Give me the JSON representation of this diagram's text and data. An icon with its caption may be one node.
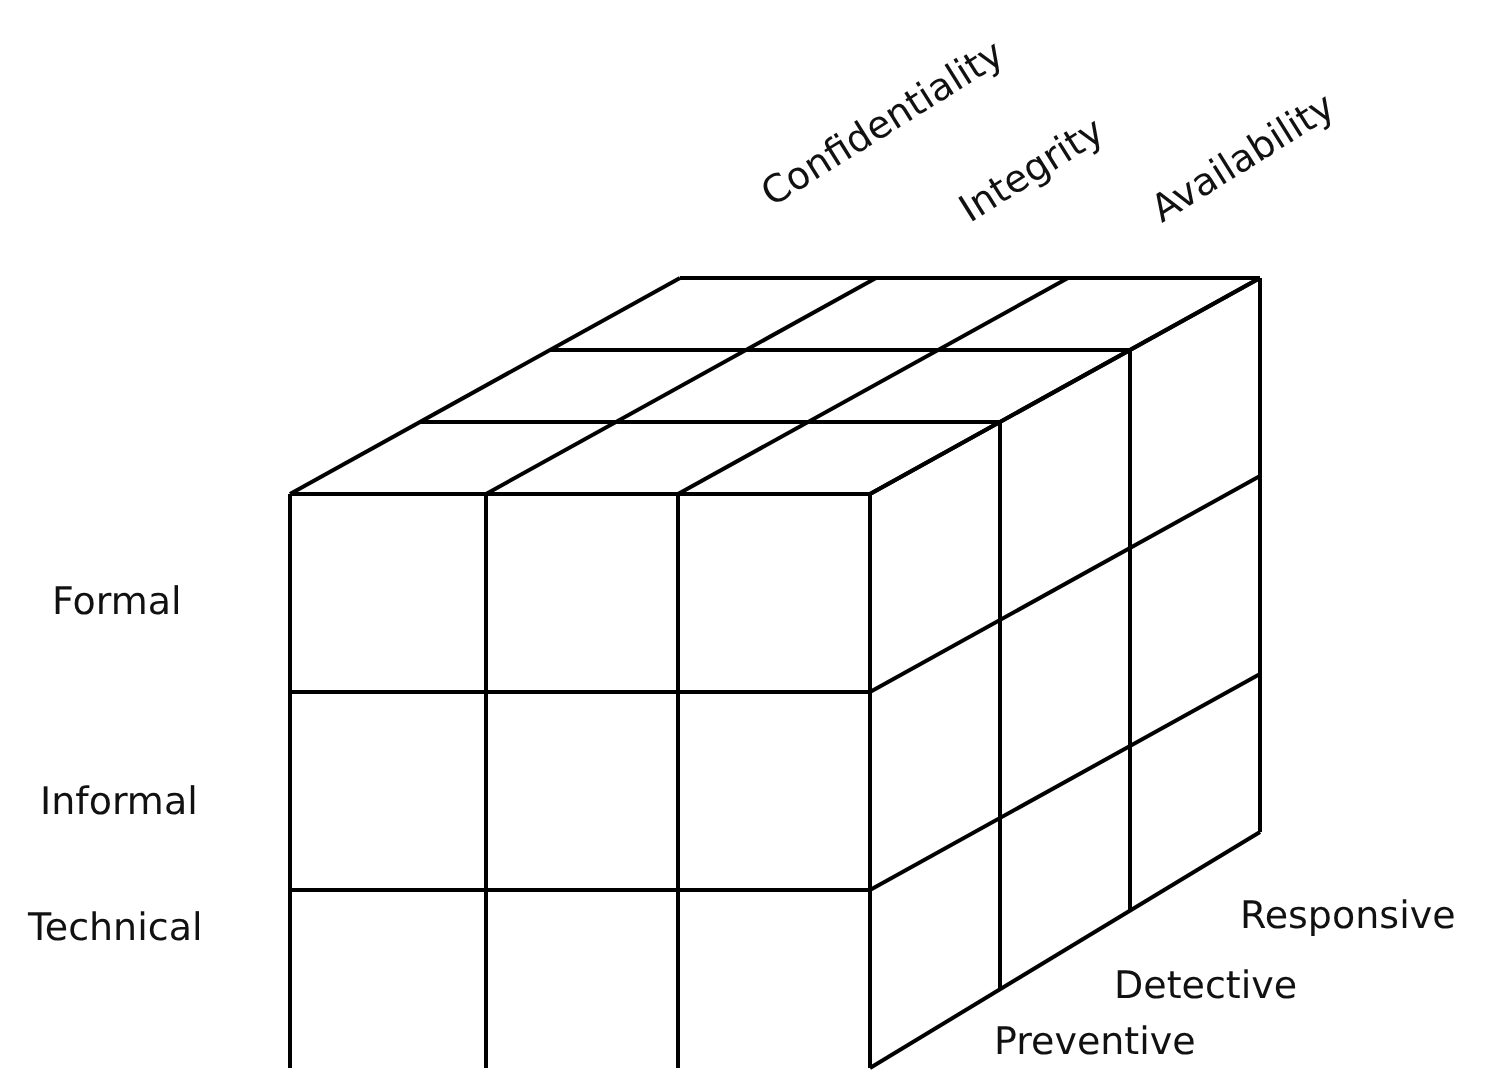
{
  "diagram": {
    "labels": [
      "Confidentiality",
      "Integrity",
      "Availability",
      "Formal",
      "Informal",
      "Technical",
      "Responsive",
      "Detective",
      "Preventive"
    ]
  }
}
